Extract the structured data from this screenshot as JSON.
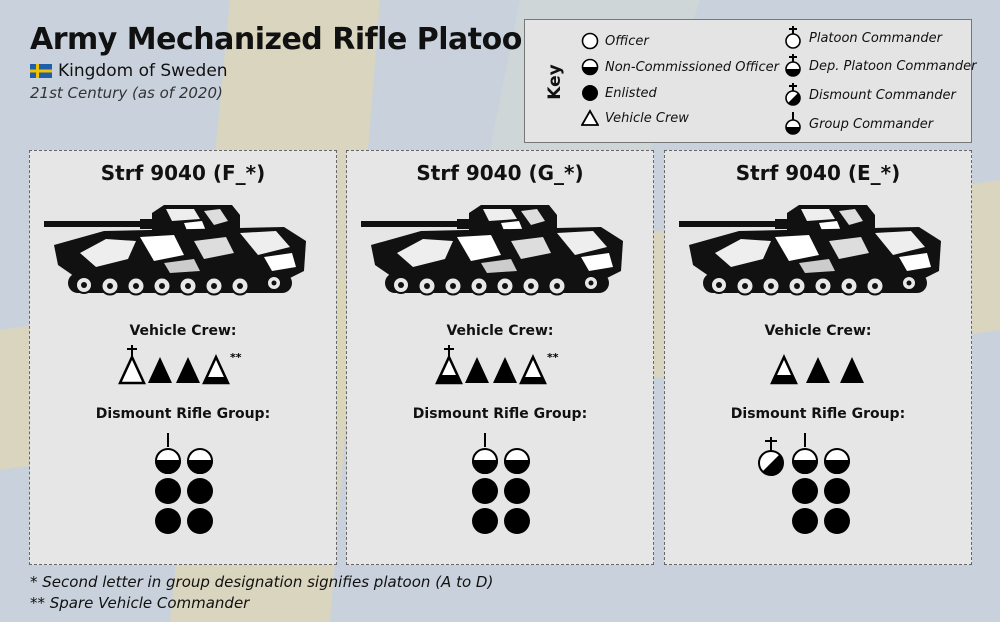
{
  "header": {
    "title": "Army Mechanized Rifle Platoon",
    "country": "Kingdom of Sweden",
    "era": "21st Century (as of 2020)"
  },
  "colors": {
    "flag_blue": "#1f5ea8",
    "flag_yellow": "#f2c200",
    "panel_bg": "#e6e6e6",
    "symbol": "#000000"
  },
  "key": {
    "label": "Key",
    "items": [
      {
        "label": "Officer",
        "icon": "officer-icon"
      },
      {
        "label": "Non-Commissioned Officer",
        "icon": "nco-icon"
      },
      {
        "label": "Enlisted",
        "icon": "enlisted-icon"
      },
      {
        "label": "Vehicle Crew",
        "icon": "vehicle-crew-icon"
      },
      {
        "label": "Platoon Commander",
        "icon": "platoon-commander-icon"
      },
      {
        "label": "Dep. Platoon Commander",
        "icon": "dep-platoon-commander-icon"
      },
      {
        "label": "Dismount Commander",
        "icon": "dismount-commander-icon"
      },
      {
        "label": "Group Commander",
        "icon": "group-commander-icon"
      }
    ]
  },
  "vehicles": [
    {
      "title": "Strf 9040 (F_*)",
      "crew_label": "Vehicle Crew:",
      "dismount_label": "Dismount Rifle Group:",
      "spare_mark": "**"
    },
    {
      "title": "Strf 9040 (G_*)",
      "crew_label": "Vehicle Crew:",
      "dismount_label": "Dismount Rifle Group:",
      "spare_mark": "**"
    },
    {
      "title": "Strf 9040 (E_*)",
      "crew_label": "Vehicle Crew:",
      "dismount_label": "Dismount Rifle Group:"
    }
  ],
  "footnotes": [
    "* Second letter in group designation signifies platoon (A to D)",
    "** Spare Vehicle Commander"
  ]
}
